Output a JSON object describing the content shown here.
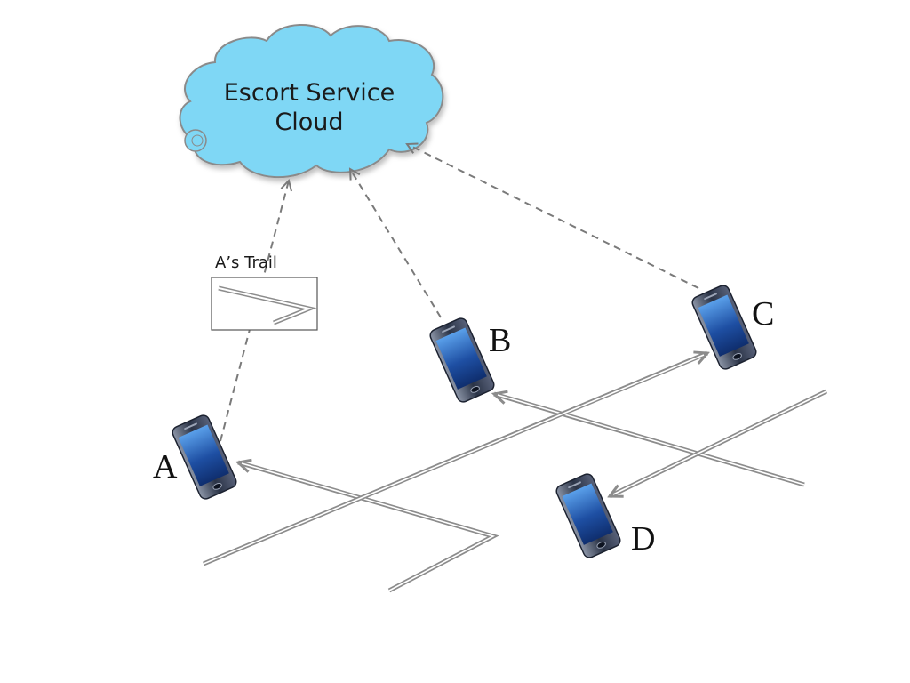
{
  "cloud": {
    "line1": "Escort Service",
    "line2": "Cloud",
    "fill_color": "#7fd7f5",
    "outline_color": "#8a8a8a"
  },
  "trail": {
    "label": "A’s Trail"
  },
  "nodes": [
    {
      "id": "A",
      "label": "A"
    },
    {
      "id": "B",
      "label": "B"
    },
    {
      "id": "C",
      "label": "C"
    },
    {
      "id": "D",
      "label": "D"
    }
  ],
  "colors": {
    "path": "#8c8c8c",
    "link": "#7a7a7a",
    "phone_screen": "#1e4fa3",
    "phone_body": "#2a3346"
  },
  "icons": {
    "device": "smartphone-icon",
    "cloud": "cloud-icon"
  }
}
